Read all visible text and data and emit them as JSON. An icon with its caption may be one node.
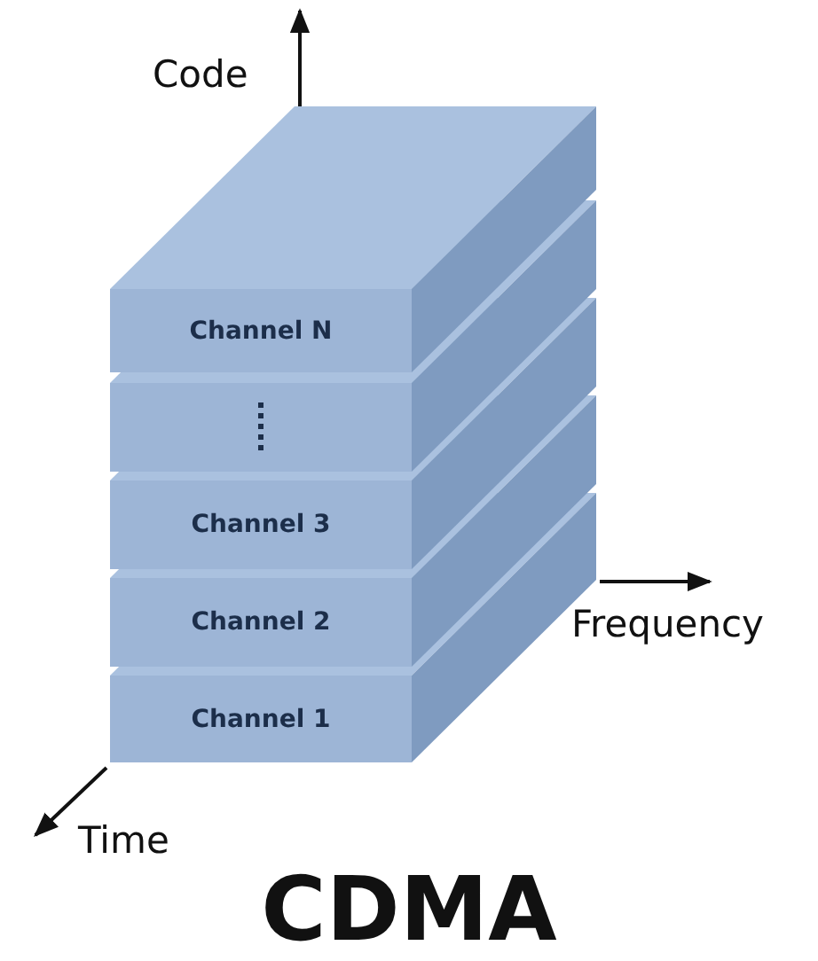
{
  "diagram": {
    "title": "CDMA",
    "nodes": [
      {
        "text": [
          "Channel N"
        ]
      },
      {
        "text": [],
        "shape": "box"
      },
      {
        "text": [
          "Channel 3"
        ]
      },
      {
        "text": [
          "Channel 2"
        ]
      },
      {
        "text": [
          "Channel 1"
        ]
      }
    ],
    "labels": [
      "Code",
      "Frequency",
      "Time"
    ]
  }
}
